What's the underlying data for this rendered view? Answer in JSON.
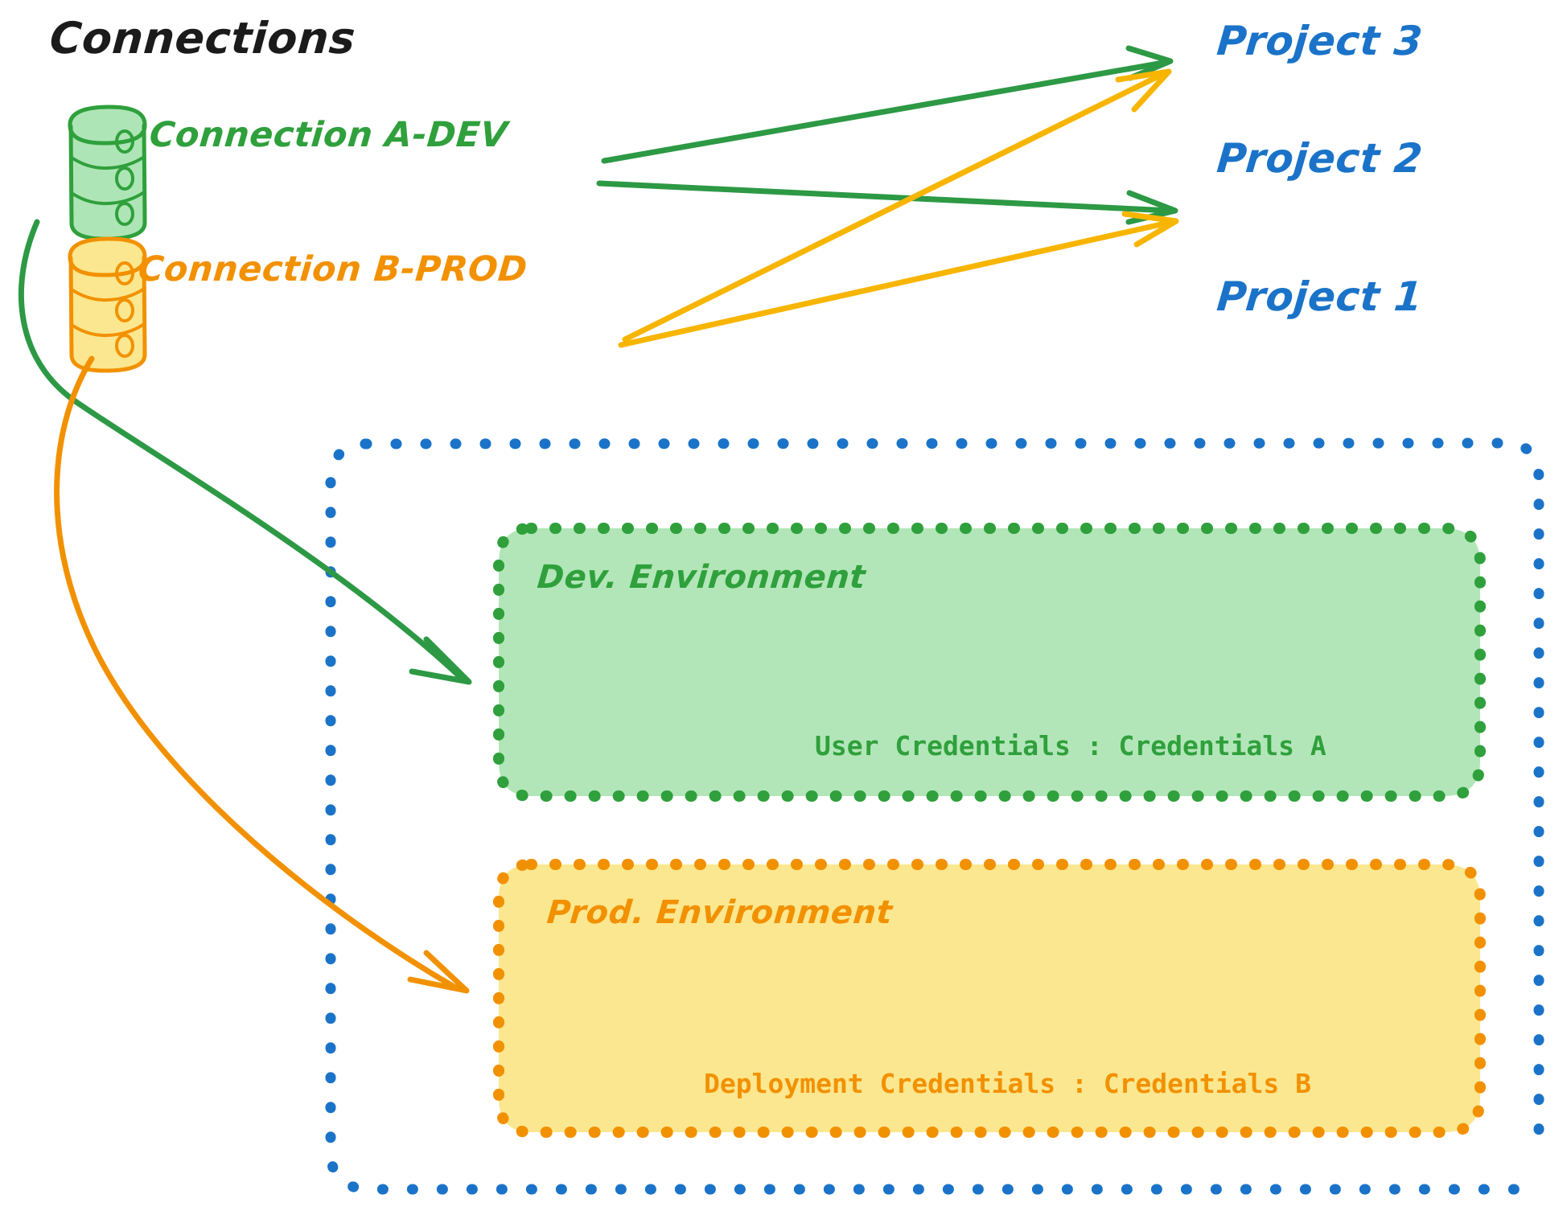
{
  "diagram": {
    "title": "Connections",
    "palette": {
      "green_stroke": "#2fa03c",
      "green_fill": "#b2e6b8",
      "orange_stroke": "#f29100",
      "orange_fill": "#fbe78f",
      "amber_arrow": "#f7b500",
      "blue_stroke": "#1a73c8",
      "title_color": "#1b1b1b",
      "background": "#ffffff"
    },
    "connections": [
      {
        "id": "connection-a-dev",
        "label": "Connection A-DEV",
        "icon": "database-icon",
        "color": "#2fa03c"
      },
      {
        "id": "connection-b-prod",
        "label": "Connection B-PROD",
        "icon": "database-icon",
        "color": "#f29100"
      }
    ],
    "projects": [
      {
        "id": "project-3",
        "label": "Project 3"
      },
      {
        "id": "project-2",
        "label": "Project 2"
      },
      {
        "id": "project-1",
        "label": "Project 1"
      }
    ],
    "project_1_container": {
      "label": "Project 1",
      "border_style": "dotted",
      "border_color": "#1a73c8",
      "environments": [
        {
          "id": "dev-environment",
          "title": "Dev. Environment",
          "credential_label": "User Credentials",
          "credential_separator": ":",
          "credential_value": "Credentials A",
          "credential_text": "User Credentials : Credentials A",
          "fill": "#b2e6b8",
          "border_color": "#2fa03c",
          "border_style": "dotted"
        },
        {
          "id": "prod-environment",
          "title": "Prod. Environment",
          "credential_label": "Deployment Credentials",
          "credential_separator": ":",
          "credential_value": "Credentials B",
          "credential_text": "Deployment Credentials : Credentials B",
          "fill": "#fbe78f",
          "border_color": "#f29100",
          "border_style": "dotted"
        }
      ]
    },
    "edges": [
      {
        "id": "edge-a-dev-to-project-3",
        "from": "connection-a-dev",
        "to": "project-3",
        "color": "#2fa03c"
      },
      {
        "id": "edge-a-dev-to-project-2",
        "from": "connection-a-dev",
        "to": "project-2",
        "color": "#2fa03c"
      },
      {
        "id": "edge-a-dev-to-dev-environment",
        "from": "connection-a-dev",
        "to": "dev-environment",
        "color": "#2fa03c"
      },
      {
        "id": "edge-b-prod-to-project-3",
        "from": "connection-b-prod",
        "to": "project-3",
        "color": "#f7b500"
      },
      {
        "id": "edge-b-prod-to-project-2",
        "from": "connection-b-prod",
        "to": "project-2",
        "color": "#f7b500"
      },
      {
        "id": "edge-b-prod-to-prod-environment",
        "from": "connection-b-prod",
        "to": "prod-environment",
        "color": "#f29100"
      }
    ]
  }
}
